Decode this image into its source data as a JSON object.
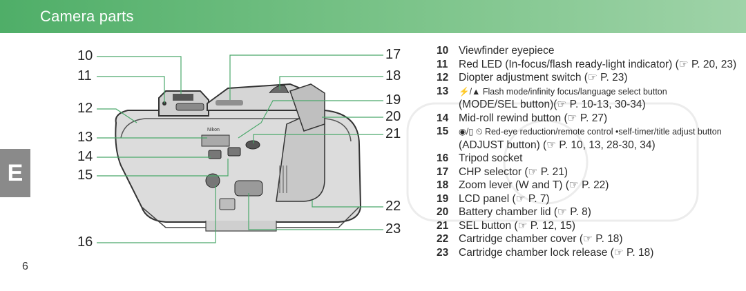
{
  "header": {
    "title": "Camera parts"
  },
  "side_tab": {
    "label": "E"
  },
  "page_number": "6",
  "diagram": {
    "callouts": [
      "10",
      "11",
      "12",
      "13",
      "14",
      "15",
      "16",
      "17",
      "18",
      "19",
      "20",
      "21",
      "22",
      "23"
    ]
  },
  "parts": [
    {
      "num": "10",
      "text": "Viewfinder eyepiece"
    },
    {
      "num": "11",
      "text": "Red LED (In-focus/flash ready-light indicator) (☞ P. 20, 23)"
    },
    {
      "num": "12",
      "text": "Diopter adjustment switch (☞ P. 23)"
    },
    {
      "num": "13",
      "text": "⚡/▲ Flash mode/infinity focus/language select button"
    },
    {
      "num": "",
      "text": "(MODE/SEL button)(☞ P. 10-13, 30-34)"
    },
    {
      "num": "14",
      "text": "Mid-roll rewind button (☞ P. 27)"
    },
    {
      "num": "15",
      "text": "◉/▯ ⏲ Red-eye reduction/remote control •self-timer/title adjust button"
    },
    {
      "num": "",
      "text": "(ADJUST button) (☞ P. 10, 13, 28-30, 34)"
    },
    {
      "num": "16",
      "text": "Tripod socket"
    },
    {
      "num": "17",
      "text": "CHP selector (☞ P. 21)"
    },
    {
      "num": "18",
      "text": "Zoom lever (W and T) (☞ P. 22)"
    },
    {
      "num": "19",
      "text": "LCD panel (☞ P. 7)"
    },
    {
      "num": "20",
      "text": "Battery chamber lid (☞ P. 8)"
    },
    {
      "num": "21",
      "text": "SEL button (☞ P. 12, 15)"
    },
    {
      "num": "22",
      "text": "Cartridge chamber cover (☞ P. 18)"
    },
    {
      "num": "23",
      "text": "Cartridge chamber lock release (☞ P. 18)"
    }
  ]
}
